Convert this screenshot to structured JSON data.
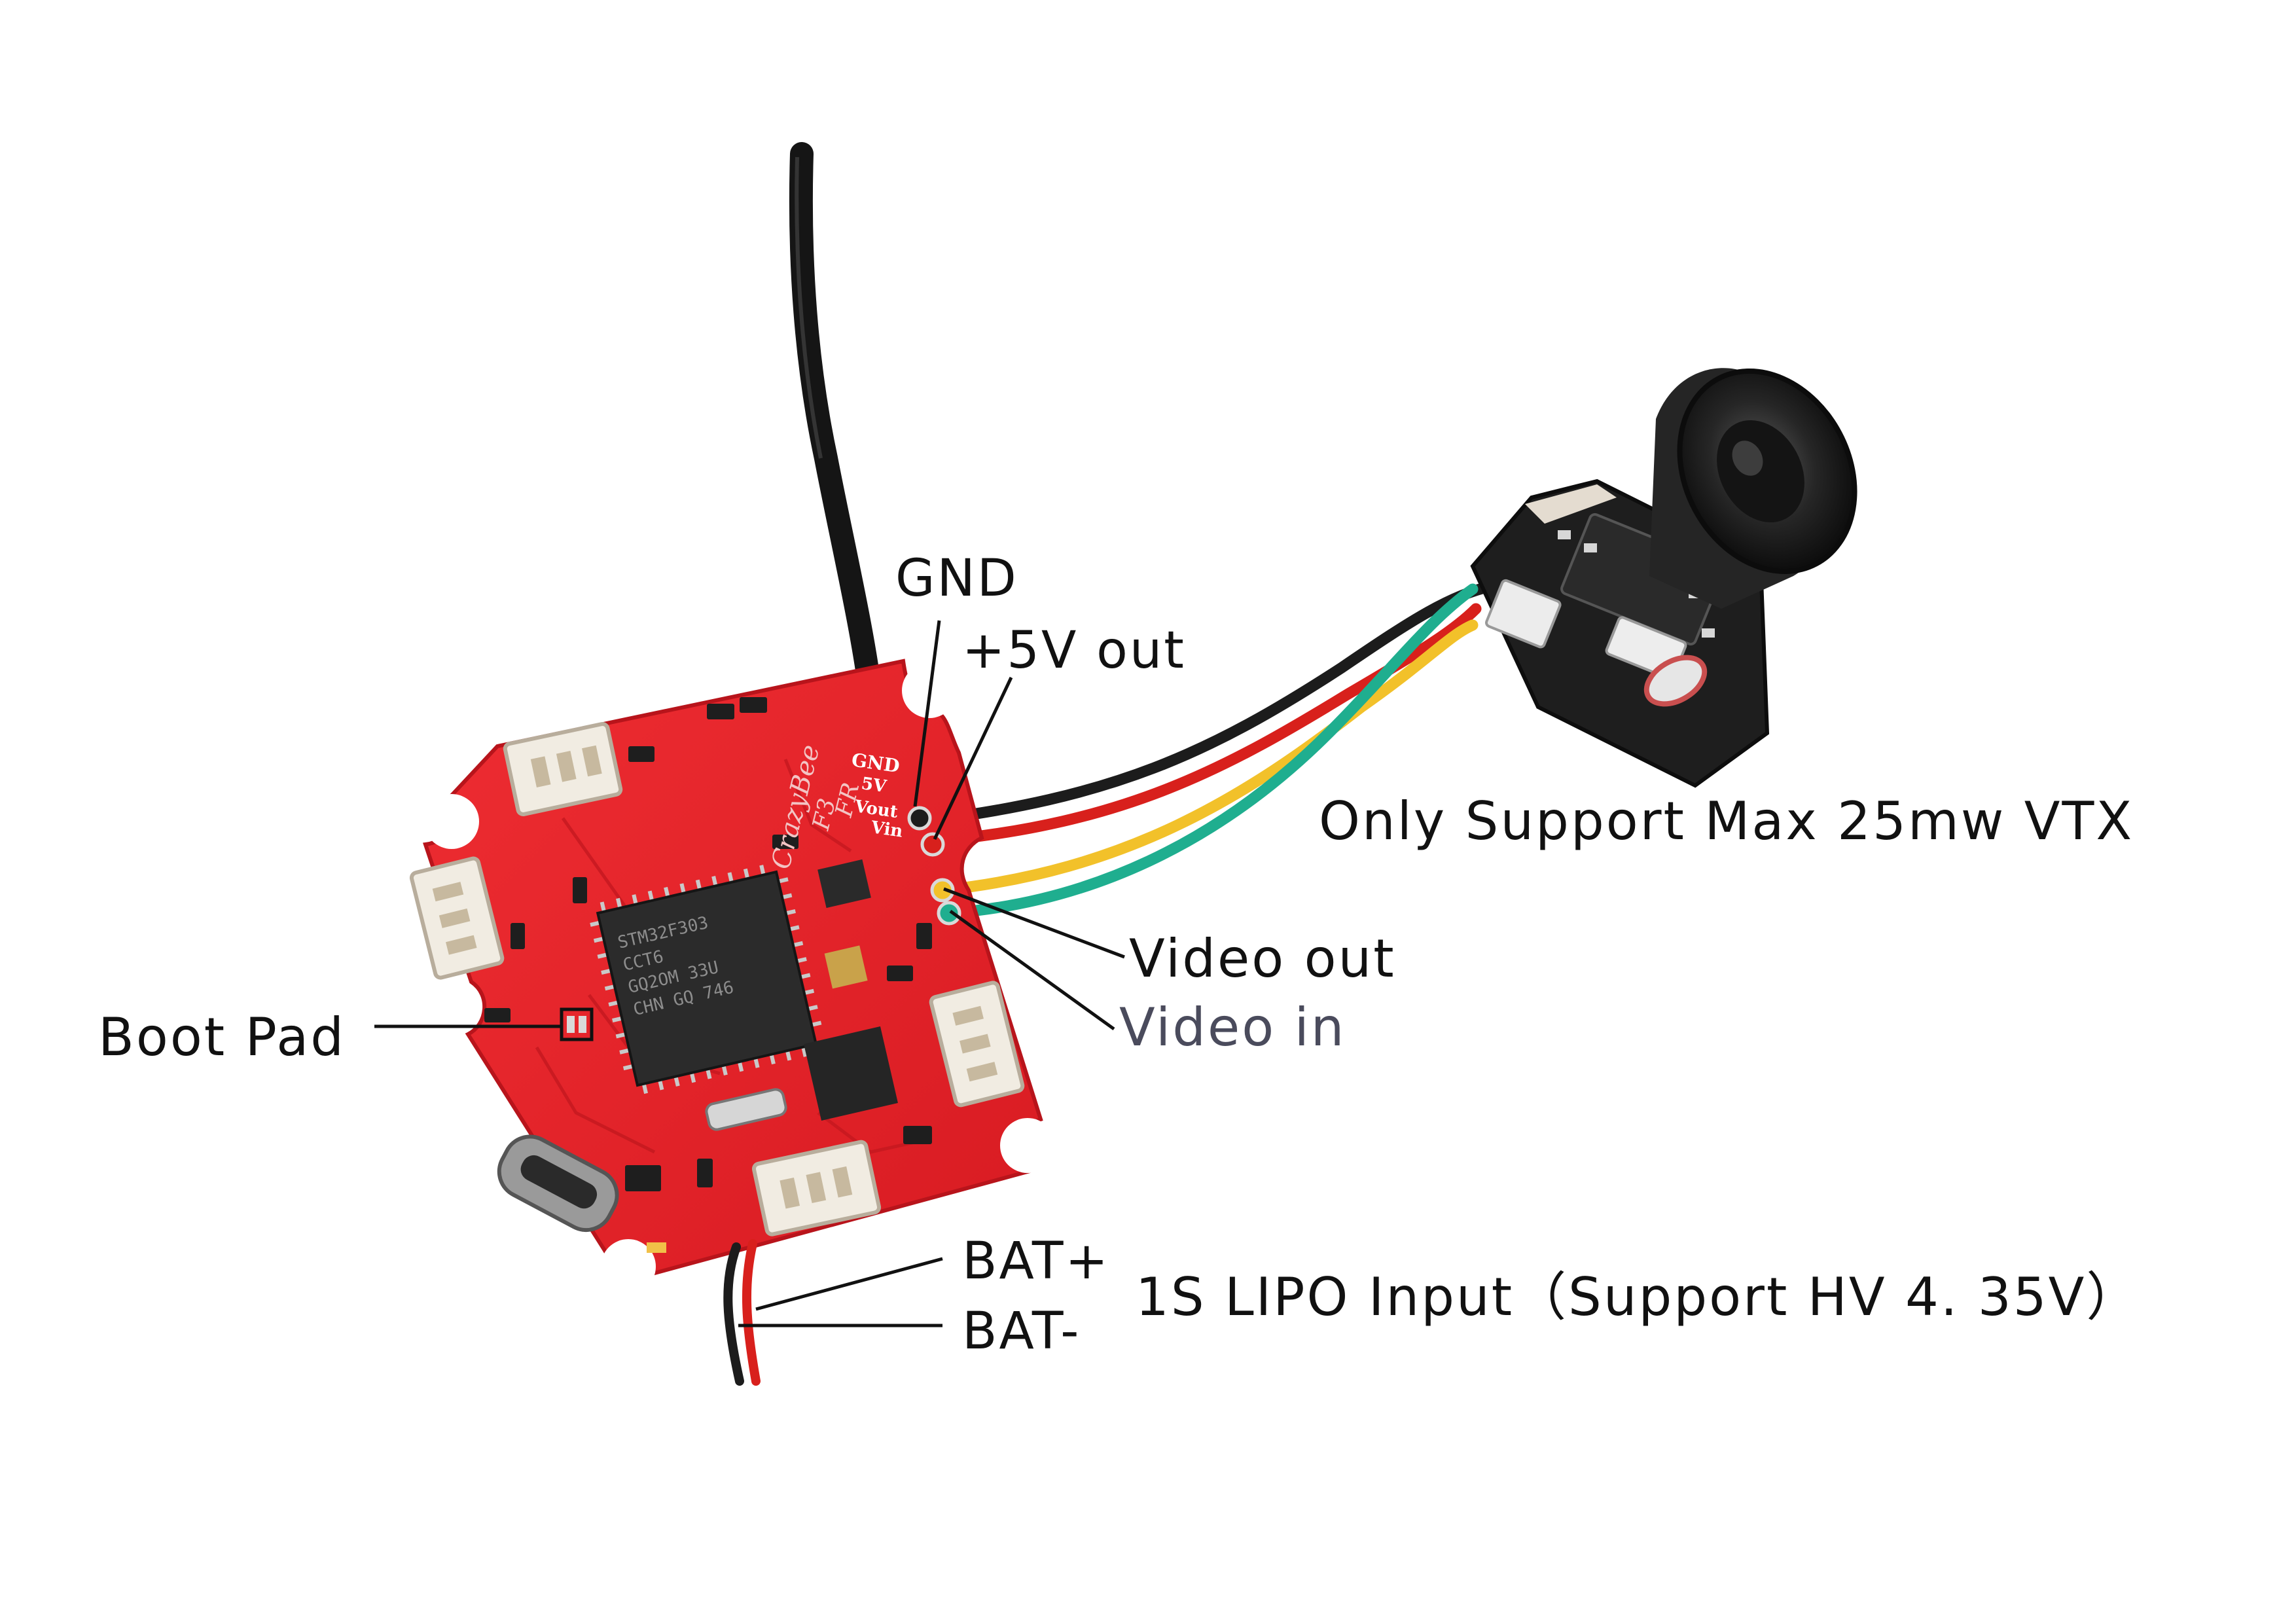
{
  "labels": {
    "gnd": "GND",
    "five_v_out": "+5V out",
    "video_out": "Video out",
    "video_in": "Video in",
    "boot_pad": "Boot Pad",
    "vtx_note": "Only Support Max 25mw VTX",
    "bat_plus": "BAT+",
    "bat_minus": "BAT-",
    "lipo_note": "1S LIPO Input（Support HV 4. 35V）"
  },
  "board_silkscreen": {
    "pads": [
      "GND",
      "5V",
      "Vout",
      "Vin"
    ],
    "brand": [
      "CrazyBee",
      "F3",
      "FR"
    ],
    "mcu_marking": [
      "STM32F303",
      "CCT6",
      "GQ2OM 33U",
      "CHN GQ 746"
    ]
  },
  "colors": {
    "background": "#ffffff",
    "board": "#e8242a",
    "board_dark": "#c4181f",
    "wire_black": "#1c1c1c",
    "wire_red": "#d8201c",
    "wire_green": "#1fae8f",
    "wire_yellow": "#f2c12a",
    "leader_line": "#111111",
    "video_in_text": "#4a4b5c"
  },
  "icons": {
    "board": "flight-controller-board-icon",
    "camera": "fpv-camera-icon",
    "antenna": "antenna-wire-icon",
    "usb": "micro-usb-port-icon"
  }
}
